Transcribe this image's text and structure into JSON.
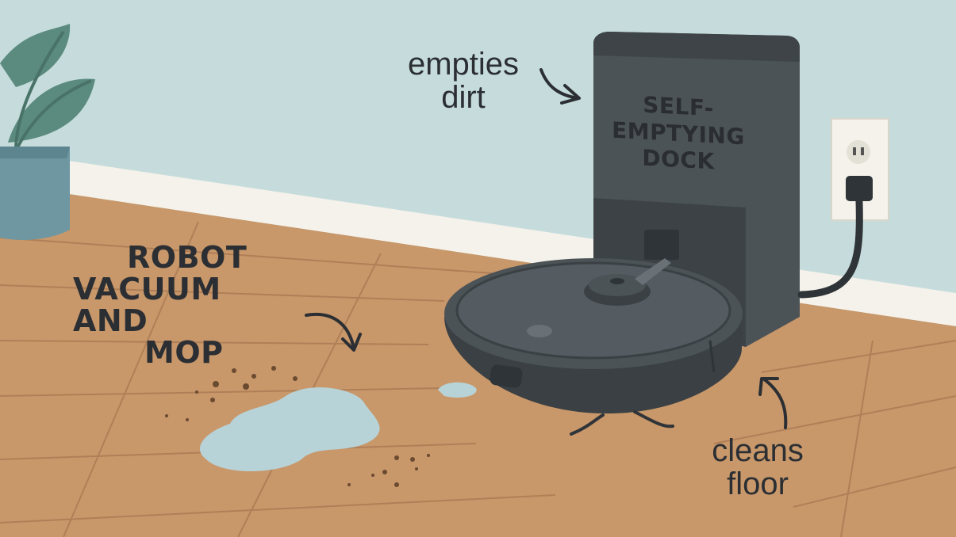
{
  "labels": {
    "robot": [
      "ROBOT",
      "VACUUM AND",
      "MOP"
    ],
    "empties": [
      "empties",
      "dirt"
    ],
    "cleans": [
      "cleans",
      "floor"
    ],
    "dock": [
      "SELF-",
      "EMPTYING",
      "DOCK"
    ]
  },
  "colors": {
    "wall": "#c6dcdc",
    "floor": "#c8976a",
    "baseboard": "#f4f2ea",
    "device": "#4c5357",
    "device_dark": "#3a4044",
    "water": "#b7d3d8",
    "plant": "#5b8a7f"
  },
  "icons": [
    "plant-icon",
    "outlet-icon",
    "plug-icon",
    "arrow-icon"
  ]
}
